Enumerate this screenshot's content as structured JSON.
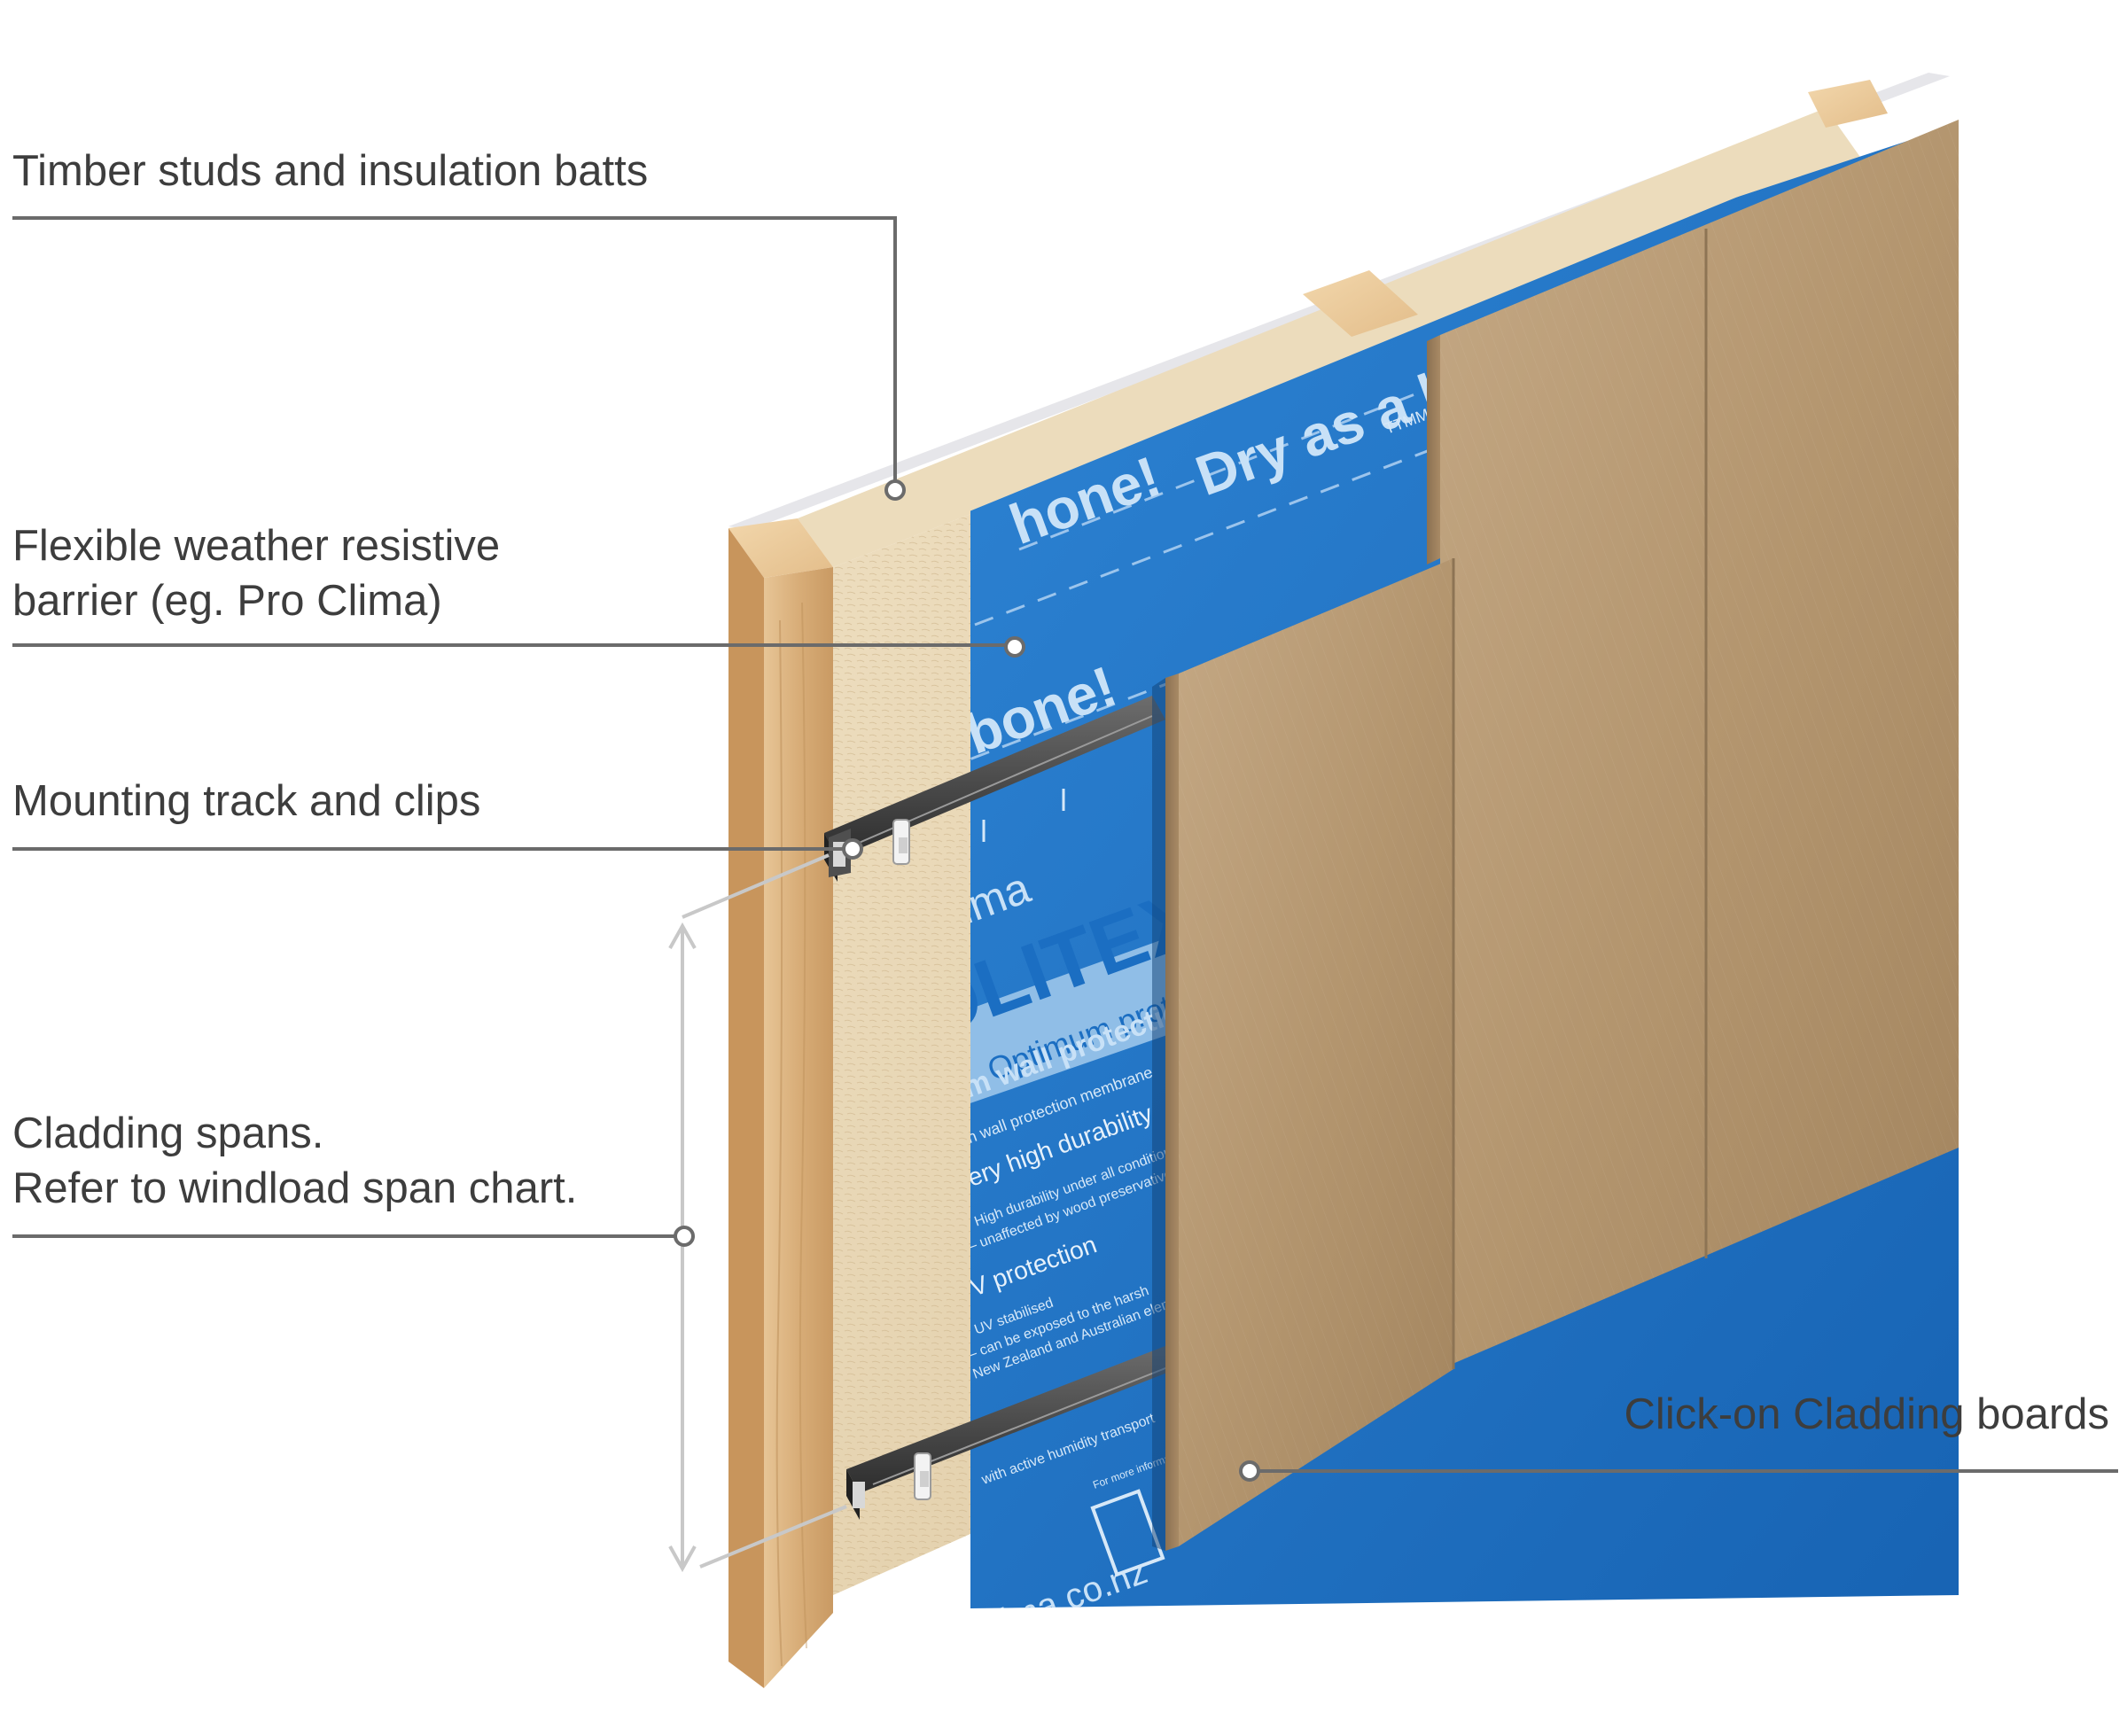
{
  "callouts": {
    "timber": "Timber studs and insulation batts",
    "barrier_line1": "Flexible weather resistive",
    "barrier_line2": "barrier (eg. Pro Clima)",
    "track": "Mounting track and clips",
    "spans_line1": "Cladding spans.",
    "spans_line2": "Refer to windload span chart.",
    "boards": "Click-on Cladding boards"
  },
  "membrane_print": {
    "slogan_1": "Dry as a bo",
    "slogan_2": "hone!",
    "slogan_3": "a bone!",
    "brand": "pro clima",
    "product": "SOLITEX",
    "tagline": "Optimum protection ag",
    "subtitle": "Optimum wall protection membrane",
    "line_generation": "New generation wall protection membrane",
    "feature_1": "Very high durability",
    "feature_1_detail_a": "✔ High durability under all conditions",
    "feature_1_detail_b": "– unaffected by wood preservatives",
    "feature_2": "UV protection",
    "feature_2_detail_a": "✔ UV stabilised",
    "feature_2_detail_b": "– can be exposed to the harsh",
    "feature_2_detail_c": "New Zealand and Australian elements",
    "feature_3": "with active humidity transport",
    "more_info": "For more information",
    "website": "www.proclima.co.nz",
    "code": "TTMMJ"
  },
  "colors": {
    "text": "#3d3d3d",
    "leader_line": "#6b6b6b",
    "span_bracket": "#c8c8c8",
    "membrane_blue": "#1b6ec2",
    "timber": "#d9b07c",
    "insulation": "#e8d6b4",
    "cladding": "#b79a77",
    "track": "#4a4a4a"
  }
}
